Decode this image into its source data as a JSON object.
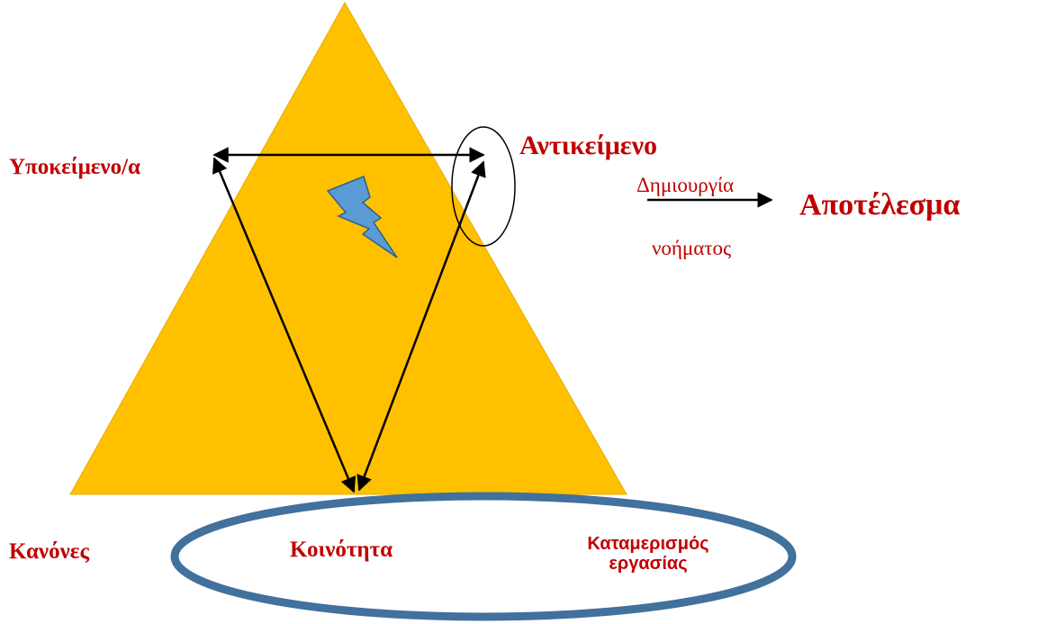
{
  "nodes": {
    "subject": "Υποκείμενο/α",
    "object": "Αντικείμενο",
    "outcome": "Αποτέλεσμα",
    "rules": "Κανόνες",
    "community": "Κοινότητα",
    "division_of_labor_line1": "Καταμερισμός",
    "division_of_labor_line2": "εργασίας"
  },
  "arrow_labels": {
    "meaning_line1": "Δημιουργία",
    "meaning_line2": "νοήματος"
  },
  "colors": {
    "triangle_fill": "#ffc000",
    "label_red": "#c00000",
    "ellipse_stroke": "#41719c",
    "lightning_fill": "#5b9bd5",
    "lightning_stroke": "#2e5f8a",
    "arrow": "#000000"
  },
  "icons": {
    "tension": "lightning-icon"
  }
}
